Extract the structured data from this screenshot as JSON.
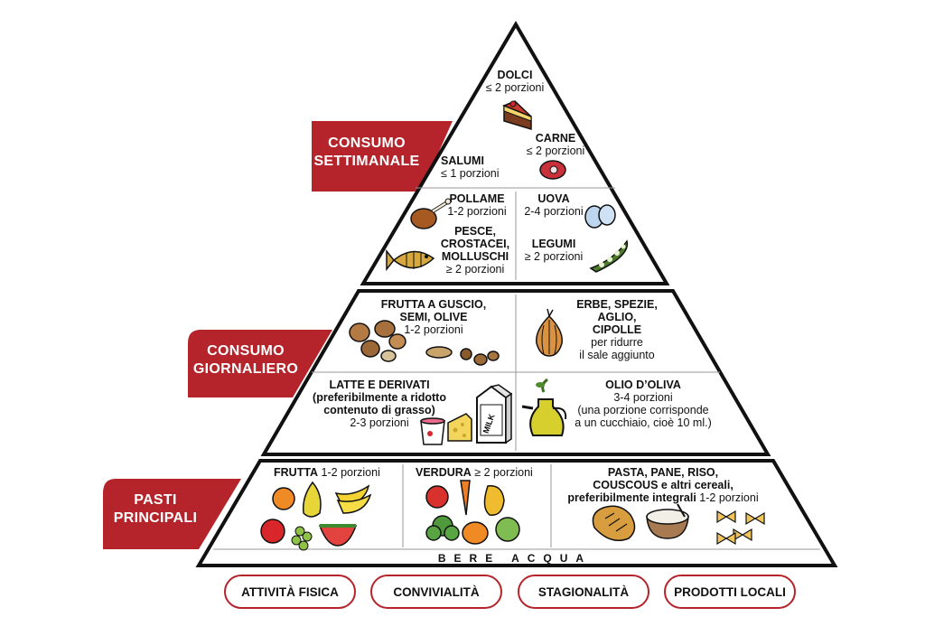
{
  "bands": {
    "weekly": [
      "CONSUMO",
      "SETTIMANALE"
    ],
    "daily": [
      "CONSUMO",
      "GIORNALIERO"
    ],
    "main": [
      "PASTI",
      "PRINCIPALI"
    ]
  },
  "weekly": {
    "dolci": {
      "name": "DOLCI",
      "portion": "≤ 2 porzioni"
    },
    "carne": {
      "name": "CARNE",
      "portion": "≤ 2 porzioni"
    },
    "salumi": {
      "name": "SALUMI",
      "portion": "≤ 1 porzioni"
    },
    "pollame": {
      "name": "POLLAME",
      "portion": "1-2 porzioni"
    },
    "uova": {
      "name": "UOVA",
      "portion": "2-4 porzioni"
    },
    "pesce": {
      "name": [
        "PESCE,",
        "CROSTACEI,",
        "MOLLUSCHI"
      ],
      "portion": "≥ 2 porzioni"
    },
    "legumi": {
      "name": "LEGUMI",
      "portion": "≥ 2 porzioni"
    }
  },
  "daily": {
    "frutta_guscio": {
      "name": [
        "FRUTTA A GUSCIO,",
        "SEMI, OLIVE"
      ],
      "portion": "1-2 porzioni"
    },
    "erbe": {
      "name": [
        "ERBE, SPEZIE,",
        "AGLIO,",
        "CIPOLLE"
      ],
      "note": [
        "per ridurre",
        "il sale aggiunto"
      ]
    },
    "latte": {
      "name": "LATTE E DERIVATI",
      "sub": [
        "(preferibilmente a ridotto",
        "contenuto di grasso)"
      ],
      "portion": "2-3 porzioni"
    },
    "olio": {
      "name": "OLIO D’OLIVA",
      "portion": "3-4 porzioni",
      "note": [
        "(una porzione corrisponde",
        "a un cucchiaio, cioè 10 ml.)"
      ]
    },
    "milk_label": "MILK"
  },
  "main": {
    "frutta": {
      "name": "FRUTTA",
      "portion": "1-2 porzioni"
    },
    "verdura": {
      "name": "VERDURA",
      "portion": "≥ 2 porzioni"
    },
    "cereali": {
      "lines": [
        "PASTA, PANE, RISO,",
        "COUSCOUS e altri cereali,"
      ],
      "last": "preferibilmente integrali",
      "portion": "1-2 porzioni"
    }
  },
  "water": "BERE ACQUA",
  "footer": [
    "ATTIVITÀ FISICA",
    "CONVIVIALITÀ",
    "STAGIONALITÀ",
    "PRODOTTI LOCALI"
  ],
  "colors": {
    "red": "#b5242b",
    "outline": "#111111"
  }
}
